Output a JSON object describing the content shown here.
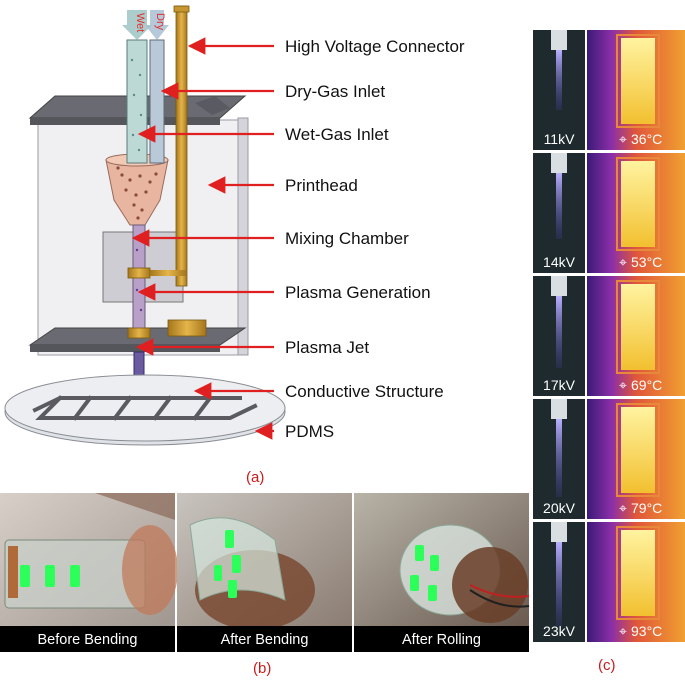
{
  "panel_a": {
    "labels": [
      "High Voltage Connector",
      "Dry-Gas Inlet",
      "Wet-Gas Inlet",
      "Printhead",
      "Mixing Chamber",
      "Plasma Generation",
      "Plasma Jet",
      "Conductive Structure",
      "PDMS"
    ],
    "inlet_wet": "Wet",
    "inlet_dry": "Dry",
    "caption": "(a)"
  },
  "panel_b": {
    "photos": [
      {
        "caption": "Before Bending"
      },
      {
        "caption": "After Bending"
      },
      {
        "caption": "After Rolling"
      }
    ],
    "caption": "(b)"
  },
  "panel_c": {
    "rows": [
      {
        "voltage": "11kV",
        "temperature": "36°C"
      },
      {
        "voltage": "14kV",
        "temperature": "53°C"
      },
      {
        "voltage": "17kV",
        "temperature": "69°C"
      },
      {
        "voltage": "20kV",
        "temperature": "79°C"
      },
      {
        "voltage": "23kV",
        "temperature": "93°C"
      }
    ],
    "caption": "(c)"
  },
  "colors": {
    "arrow": "#e02020",
    "label_red": "#cc1a1a",
    "thermal_bg": "#5a2a9a",
    "thermal_hot": "#f4d23a",
    "led": "#2cff5a"
  }
}
